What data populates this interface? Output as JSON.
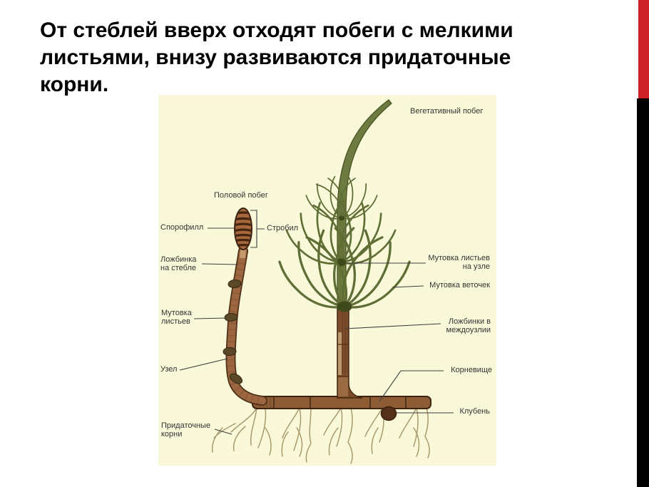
{
  "slide": {
    "title_lines": [
      "От стеблей вверх отходят побеги с мелкими",
      "листьями, внизу развиваются придаточные",
      "корни."
    ]
  },
  "colors": {
    "accent_red": "#cd2129",
    "accent_black": "#000000",
    "diagram_bg": "#f9f9da",
    "title_color": "#000000"
  },
  "diagram": {
    "labels": {
      "vegetative_shoot": "Вегетативный побег",
      "fertile_shoot": "Половой побег",
      "sporophyll": "Спорофилл",
      "strobilus": "Стробил",
      "groove_line1": "Ложбинка",
      "groove_line2": "на стебле",
      "leaf_whorl_line1": "Мутовка",
      "leaf_whorl_line2": "листьев",
      "node": "Узел",
      "roots_line1": "Придаточные",
      "roots_line2": "корни",
      "leaf_whorl_node_line1": "Мутовка листьев",
      "leaf_whorl_node_line2": "на узле",
      "branch_whorl": "Мутовка веточек",
      "grooves_internode_line1": "Ложбинки в",
      "grooves_internode_line2": "междоузлии",
      "rhizome": "Корневище",
      "tuber": "Клубень"
    }
  }
}
